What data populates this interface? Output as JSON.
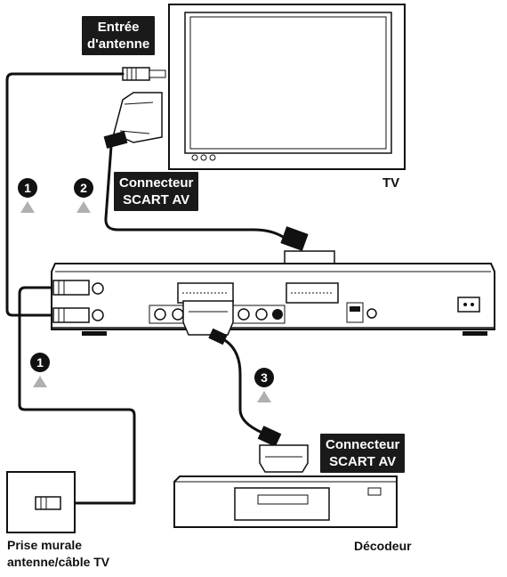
{
  "labels": {
    "antenna_input": [
      "Entrée",
      "d'antenne"
    ],
    "tv": "TV",
    "scart_top": [
      "Connecteur",
      "SCART AV"
    ],
    "scart_bottom": [
      "Connecteur",
      "SCART AV"
    ],
    "wall_socket": [
      "Prise murale",
      "antenne/câble TV"
    ],
    "decoder": "Décodeur"
  },
  "steps": [
    "1",
    "2",
    "3",
    "1"
  ],
  "colors": {
    "cable": "#111111",
    "box_fill": "#1a1a1a",
    "arrow": "#b0b0b0"
  }
}
